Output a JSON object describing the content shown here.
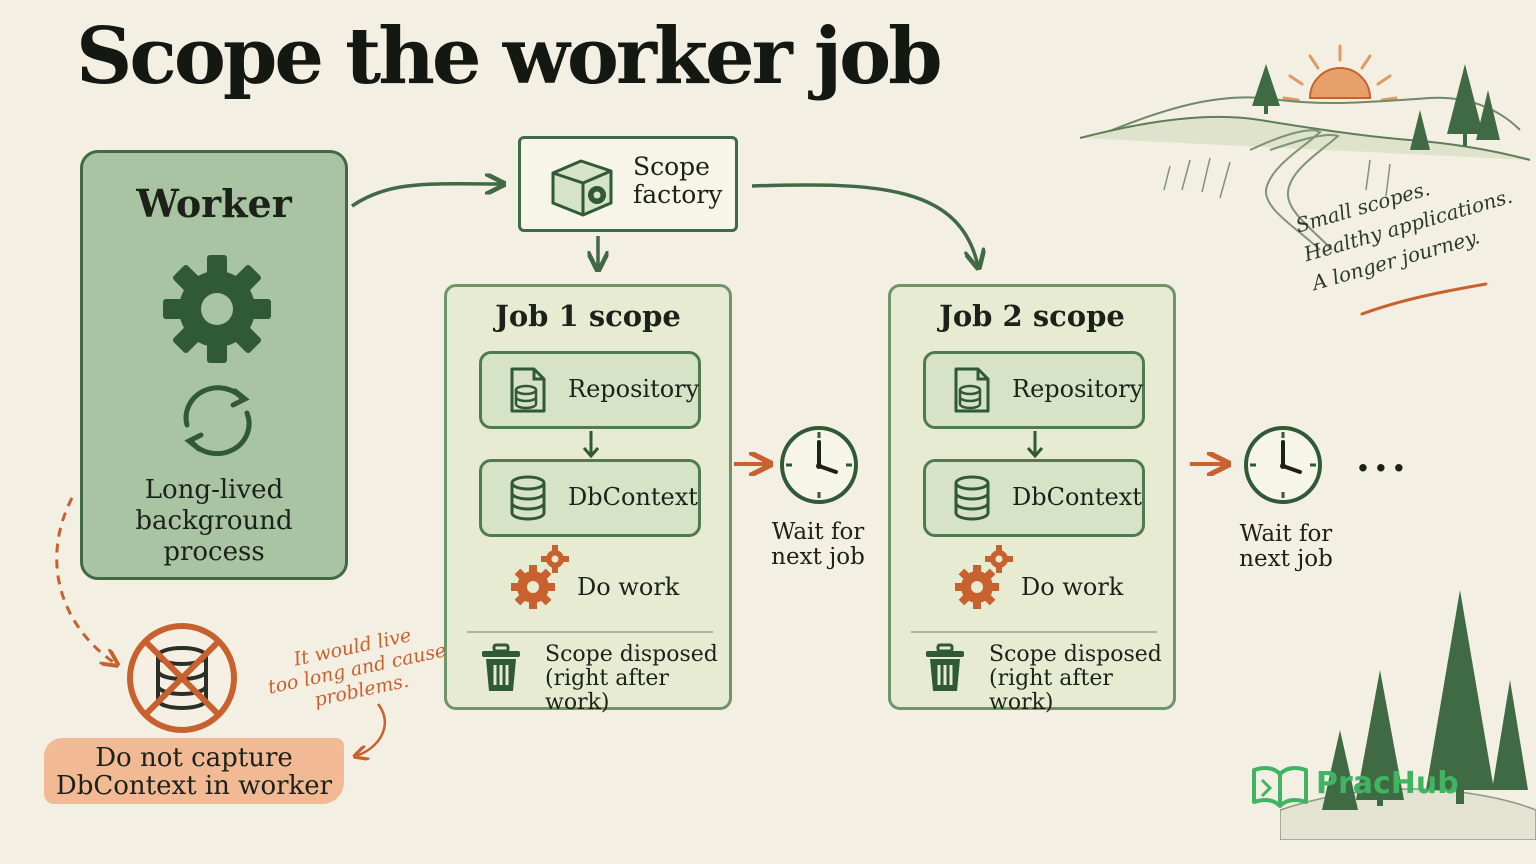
{
  "title": "Scope the worker job",
  "worker": {
    "title": "Worker",
    "description_lines": [
      "Long-lived",
      "background",
      "process"
    ]
  },
  "scope_factory": {
    "label_lines": [
      "Scope",
      "factory"
    ]
  },
  "jobs": [
    {
      "title": "Job 1 scope",
      "repository_label": "Repository",
      "dbcontext_label": "DbContext",
      "do_work_label": "Do work",
      "disposed_lines": [
        "Scope disposed",
        "(right after work)"
      ]
    },
    {
      "title": "Job 2 scope",
      "repository_label": "Repository",
      "dbcontext_label": "DbContext",
      "do_work_label": "Do work",
      "disposed_lines": [
        "Scope disposed",
        "(right after work)"
      ]
    }
  ],
  "wait_labels": [
    [
      "Wait for",
      "next job"
    ],
    [
      "Wait for",
      "next job"
    ]
  ],
  "ellipsis": "...",
  "warning": {
    "label_lines": [
      "Do not capture",
      "DbContext in worker"
    ],
    "note_lines": [
      "It would live",
      "too long and cause",
      "problems."
    ]
  },
  "tagline_lines": [
    "Small scopes.",
    "Healthy applications.",
    "A longer journey."
  ],
  "brand": "PracHub",
  "colors": {
    "background": "#f3efe2",
    "primary_green": "#3f6a43",
    "worker_fill": "#a9c4a2",
    "accent_orange": "#c9612f",
    "brand_green": "#3fb561"
  },
  "icons": [
    "gear-icon",
    "cycle-icon",
    "box-gear-icon",
    "document-stack-icon",
    "database-icon",
    "gears-icon",
    "trash-icon",
    "clock-icon",
    "no-database-icon",
    "brand-book-icon"
  ]
}
